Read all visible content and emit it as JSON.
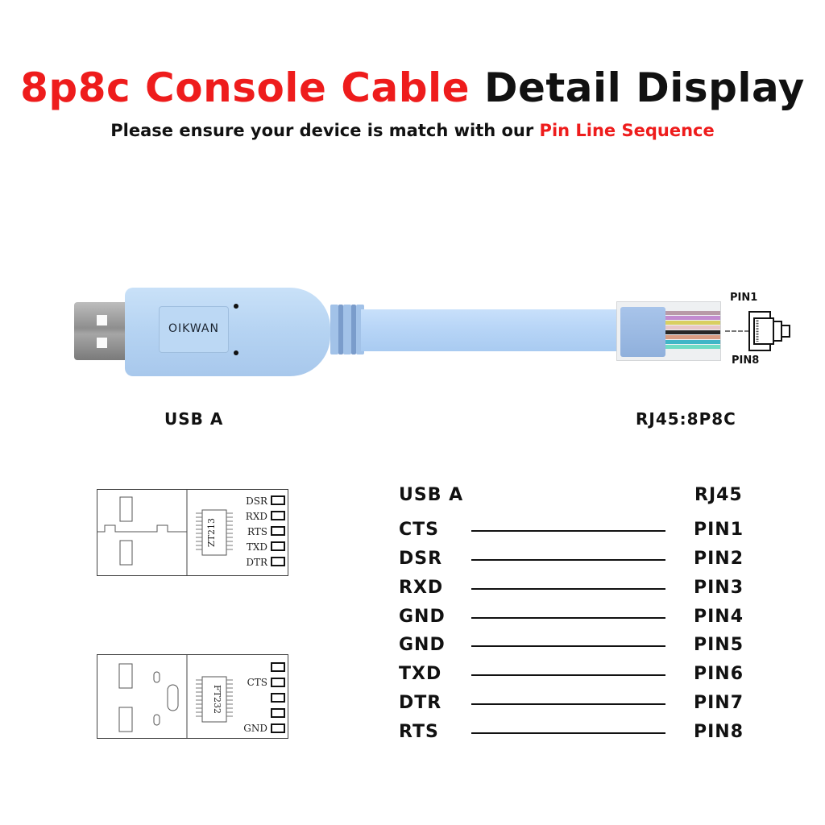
{
  "header": {
    "title_red": "8p8c Console Cable",
    "title_black": "Detail Display",
    "subtitle_black": "Please ensure your device is match with our",
    "subtitle_red": "Pin Line Sequence"
  },
  "colors": {
    "accent_red": "#ee1c1c",
    "text": "#111111",
    "cable_blue": "#b6d4f6",
    "background": "#ffffff"
  },
  "product": {
    "brand": "OIKWAN",
    "left_connector_label": "USB A",
    "right_connector_label": "RJ45:8P8C",
    "pin_top_label": "PIN1",
    "pin_bottom_label": "PIN8",
    "wire_colors": [
      "#b89aa8",
      "#c28bd0",
      "#d9cf62",
      "#e8c7c9",
      "#262626",
      "#d89c82",
      "#3fb6c7",
      "#6fdcc4"
    ]
  },
  "pcb_diagrams": [
    {
      "chip": "ZT213",
      "pads": [
        "DSR",
        "RXD",
        "RTS",
        "TXD",
        "DTR"
      ]
    },
    {
      "chip": "FT232",
      "pads": [
        "",
        "CTS",
        "",
        "",
        "GND"
      ]
    }
  ],
  "pinout": {
    "left_header": "USB A",
    "right_header": "RJ45",
    "rows": [
      {
        "signal": "CTS",
        "pin": "PIN1"
      },
      {
        "signal": "DSR",
        "pin": "PIN2"
      },
      {
        "signal": "RXD",
        "pin": "PIN3"
      },
      {
        "signal": "GND",
        "pin": "PIN4"
      },
      {
        "signal": "GND",
        "pin": "PIN5"
      },
      {
        "signal": "TXD",
        "pin": "PIN6"
      },
      {
        "signal": "DTR",
        "pin": "PIN7"
      },
      {
        "signal": "RTS",
        "pin": "PIN8"
      }
    ]
  }
}
